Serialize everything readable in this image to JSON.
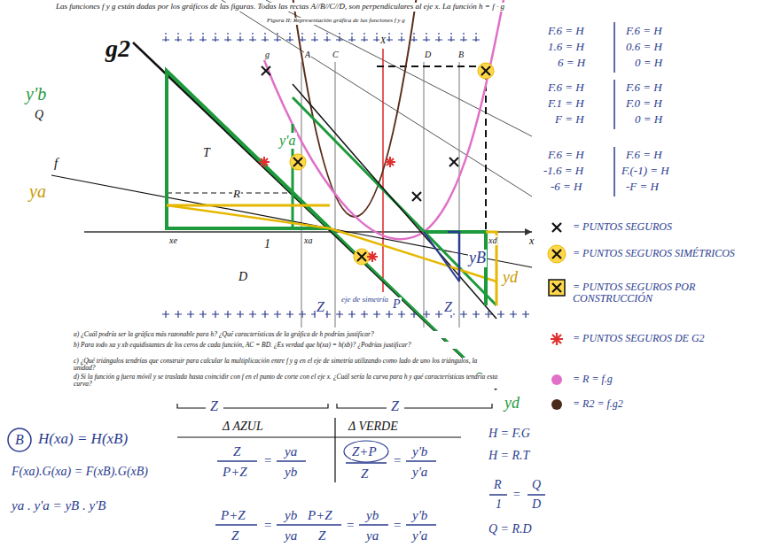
{
  "diagram": {
    "title": "Las funciones f y g están dadas por los gráficos de las figuras. Todas las rectas A//B//C//D, son perpendiculares al eje x. La función h = f · g",
    "caption": "Figura II: Representación gráfica de las funciones f y g",
    "labels": [
      "F.6 = H",
      "1.6 = H",
      "6 = H",
      "F.6 = H",
      "0.6 = H",
      "0 = H",
      "F.6 = H",
      "F.1 = H",
      "F = H",
      "F.6 = H",
      "F.0 = H",
      "0 = H",
      "F.6 = H",
      "-1.6 = H",
      "-6 = H",
      "F.6 = H",
      "F.(-1) = H",
      "-F = H",
      "g2",
      "y'b",
      "Q",
      "ya",
      "f",
      "T",
      "R",
      "1",
      "D",
      "y'a",
      "g",
      "A",
      "C",
      "X",
      "D",
      "B",
      "x",
      "xe",
      "xa",
      "xd",
      "Z",
      "eje de simetría",
      "P",
      "Z",
      "yB",
      "yd",
      "yd",
      "Z",
      "Z",
      "B",
      "H(xa) = H(xB)",
      "F(xa).G(xa) = F(xB).G(xB)",
      "ya . y'a = yB . y'B",
      "Δ AZUL",
      "Δ VERDE",
      "Z",
      "P+Z",
      "=",
      "ya",
      "yb",
      "Z+P",
      "Z",
      "=",
      "y'b",
      "y'a",
      "P+Z",
      "Z",
      "=",
      "yb",
      "ya",
      "P+Z",
      "Z",
      "=",
      "yb",
      "ya",
      "=",
      "y'b",
      "y'a",
      "H = F.G",
      "H = R.T",
      "R",
      "1",
      "=",
      "Q",
      "D",
      "Q = R.D",
      "a) ¿Cuál podría ser la gráfica más razonable para h? ¿Qué características de la gráfica de h podrías justificar?",
      "b) Para todo xa y xb equidistantes de los ceros de cada función, AC = BD. ¿Es verdad que h(xa) = h(xb)? ¿Podrías justificar?",
      "c) ¿Qué triángulos tendrías que construir para calcular la multiplicación entre f y g en el eje de simetría utilizando como lado de uno los triángulos, la unidad?",
      "d) Si la función g fuera móvil y se traslada hasta coincidir con f en el punto de corte con el eje x. ¿Cuál sería la curva para h y qué características tendría esta curva?"
    ],
    "legend": [
      {
        "text": "= PUNTOS SEGUROS"
      },
      {
        "text": "= PUNTOS SEGUROS SIMÉTRICOS"
      },
      {
        "text": "= PUNTOS SEGUROS POR CONSTRUCCIÓN"
      },
      {
        "text": "= PUNTOS SEGUROS DE G2"
      },
      {
        "text": "= R = f.g",
        "color": "#e070c8"
      },
      {
        "text": "= R2 = f.g2",
        "color": "#4a2a1a"
      }
    ]
  }
}
